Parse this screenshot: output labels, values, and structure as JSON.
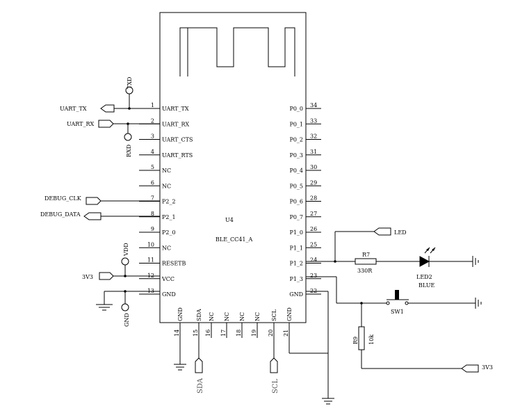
{
  "component": {
    "ref": "U4",
    "value": "BLE_CC41_A"
  },
  "left_pins": [
    {
      "num": "1",
      "name": "UART_TX"
    },
    {
      "num": "2",
      "name": "UART_RX"
    },
    {
      "num": "3",
      "name": "UART_CTS"
    },
    {
      "num": "4",
      "name": "UART_RTS"
    },
    {
      "num": "5",
      "name": "NC"
    },
    {
      "num": "6",
      "name": "NC"
    },
    {
      "num": "7",
      "name": "P2_2"
    },
    {
      "num": "8",
      "name": "P2_1"
    },
    {
      "num": "9",
      "name": "P2_0"
    },
    {
      "num": "10",
      "name": "NC"
    },
    {
      "num": "11",
      "name": "RESETB"
    },
    {
      "num": "12",
      "name": "VCC"
    },
    {
      "num": "13",
      "name": "GND"
    }
  ],
  "right_pins": [
    {
      "num": "34",
      "name": "P0_0"
    },
    {
      "num": "33",
      "name": "P0_1"
    },
    {
      "num": "32",
      "name": "P0_2"
    },
    {
      "num": "31",
      "name": "P0_3"
    },
    {
      "num": "30",
      "name": "P0_4"
    },
    {
      "num": "29",
      "name": "P0_5"
    },
    {
      "num": "28",
      "name": "P0_6"
    },
    {
      "num": "27",
      "name": "P0_7"
    },
    {
      "num": "26",
      "name": "P1_0"
    },
    {
      "num": "25",
      "name": "P1_1"
    },
    {
      "num": "24",
      "name": "P1_2"
    },
    {
      "num": "23",
      "name": "P1_3"
    },
    {
      "num": "22",
      "name": "GND"
    }
  ],
  "bottom_pins": [
    {
      "num": "14",
      "name": "GND"
    },
    {
      "num": "15",
      "name": "SDA"
    },
    {
      "num": "16",
      "name": "NC"
    },
    {
      "num": "17",
      "name": "NC"
    },
    {
      "num": "18",
      "name": "NC"
    },
    {
      "num": "19",
      "name": "NC"
    },
    {
      "num": "20",
      "name": "SCL"
    },
    {
      "num": "21",
      "name": "GND"
    }
  ],
  "nets": {
    "uart_tx": "UART_TX",
    "uart_rx": "UART_RX",
    "txd": "TXD",
    "rxd": "RXD",
    "debug_clk": "DEBUG_CLK",
    "debug_data": "DEBUG_DATA",
    "vdd": "VDD",
    "v3v3_left": "3V3",
    "gnd": "GND",
    "led_net": "LED",
    "v3v3_right": "3V3",
    "sda": "SDA",
    "scl": "SCL"
  },
  "parts": {
    "r7_ref": "R7",
    "r7_value": "330R",
    "led2_ref": "LED2",
    "led2_color": "BLUE",
    "sw1_ref": "SW1",
    "r9_ref": "R9",
    "r9_value": "10k"
  }
}
